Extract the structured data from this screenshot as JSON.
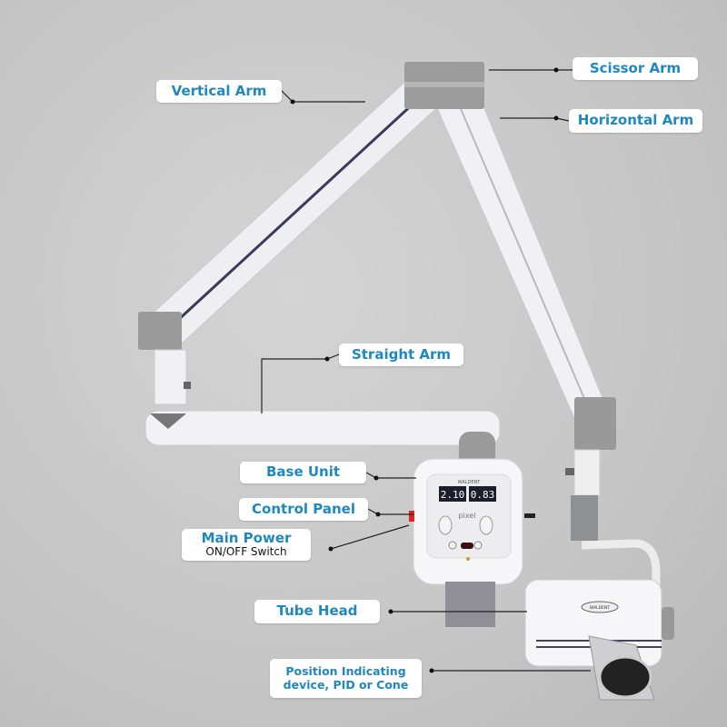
{
  "labels": {
    "vertical_arm": "Vertical Arm",
    "scissor_arm": "Scissor Arm",
    "horizontal_arm": "Horizontal Arm",
    "straight_arm": "Straight Arm",
    "base_unit": "Base Unit",
    "control_panel": "Control Panel",
    "main_power": "Main Power",
    "main_power_sub": "ON/OFF Switch",
    "tube_head": "Tube Head",
    "pid_line1": "Position Indicating",
    "pid_line2": "device, PID or Cone"
  },
  "device": {
    "brand": "WALDENT",
    "model": "pixel",
    "display_left": "2.10",
    "display_right": "0.83",
    "tube_brand": "WALDENT"
  },
  "colors": {
    "label_text": "#1e88c0",
    "background": "#c8c8c8"
  }
}
